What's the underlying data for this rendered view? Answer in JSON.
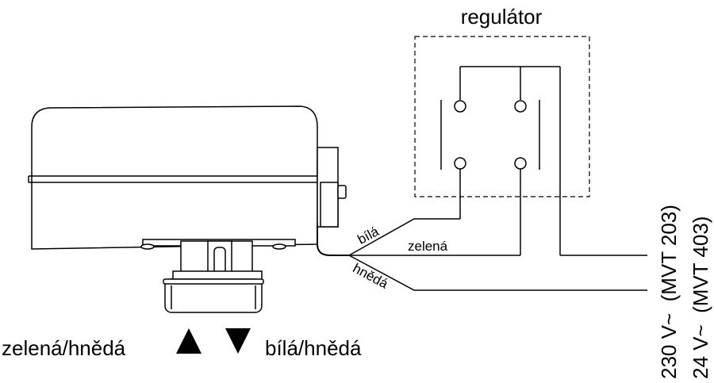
{
  "title": "regulátor",
  "wires": {
    "white": "bílá",
    "green": "zelená",
    "brown": "hnědá"
  },
  "supply": {
    "line1": "230 V~  (MVT 203)",
    "line2": "24 V~  (MVT 403)"
  },
  "legend": {
    "up_label": "zelená/hnědá",
    "down_label": "bílá/hnědá",
    "up_icon": "triangle-up-icon",
    "down_icon": "triangle-down-icon"
  }
}
